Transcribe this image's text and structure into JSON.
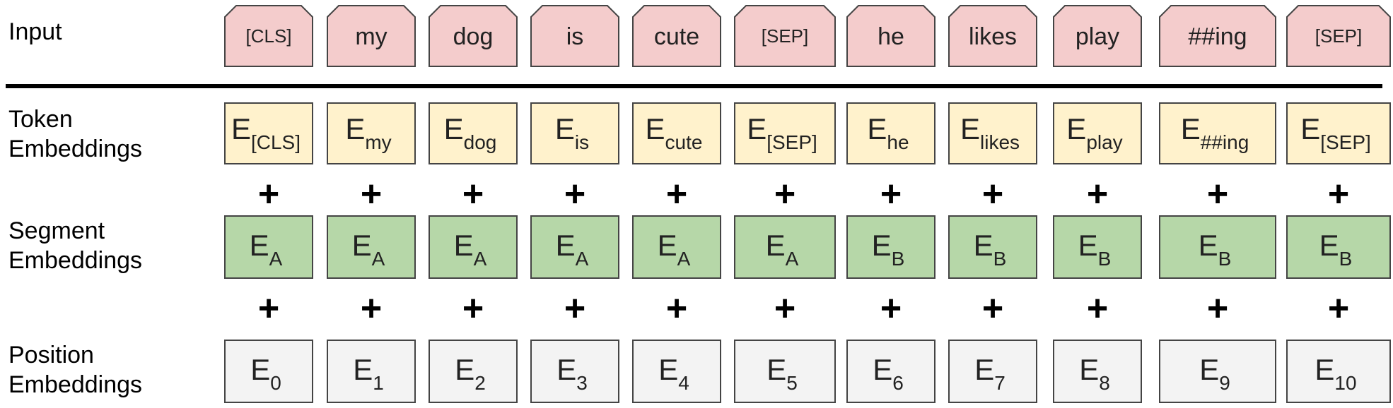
{
  "row_labels": {
    "input": [
      "Input"
    ],
    "token": [
      "Token",
      "Embeddings"
    ],
    "segment": [
      "Segment",
      "Embeddings"
    ],
    "position": [
      "Position",
      "Embeddings"
    ]
  },
  "tokens": [
    "[CLS]",
    "my",
    "dog",
    "is",
    "cute",
    "[SEP]",
    "he",
    "likes",
    "play",
    "##ing",
    "[SEP]"
  ],
  "small_tokens": [
    "[CLS]",
    "[SEP]"
  ],
  "embedding_letter": "E",
  "segments": [
    "A",
    "A",
    "A",
    "A",
    "A",
    "A",
    "B",
    "B",
    "B",
    "B",
    "B"
  ],
  "positions": [
    "0",
    "1",
    "2",
    "3",
    "4",
    "5",
    "6",
    "7",
    "8",
    "9",
    "10"
  ],
  "plus_symbol": "+",
  "colors": {
    "input_fill": "#f4cccc",
    "token_fill": "#fff2cc",
    "segment_fill": "#b6d7a8",
    "position_fill": "#f3f3f3",
    "border": "#444444",
    "divider": "#000000"
  }
}
